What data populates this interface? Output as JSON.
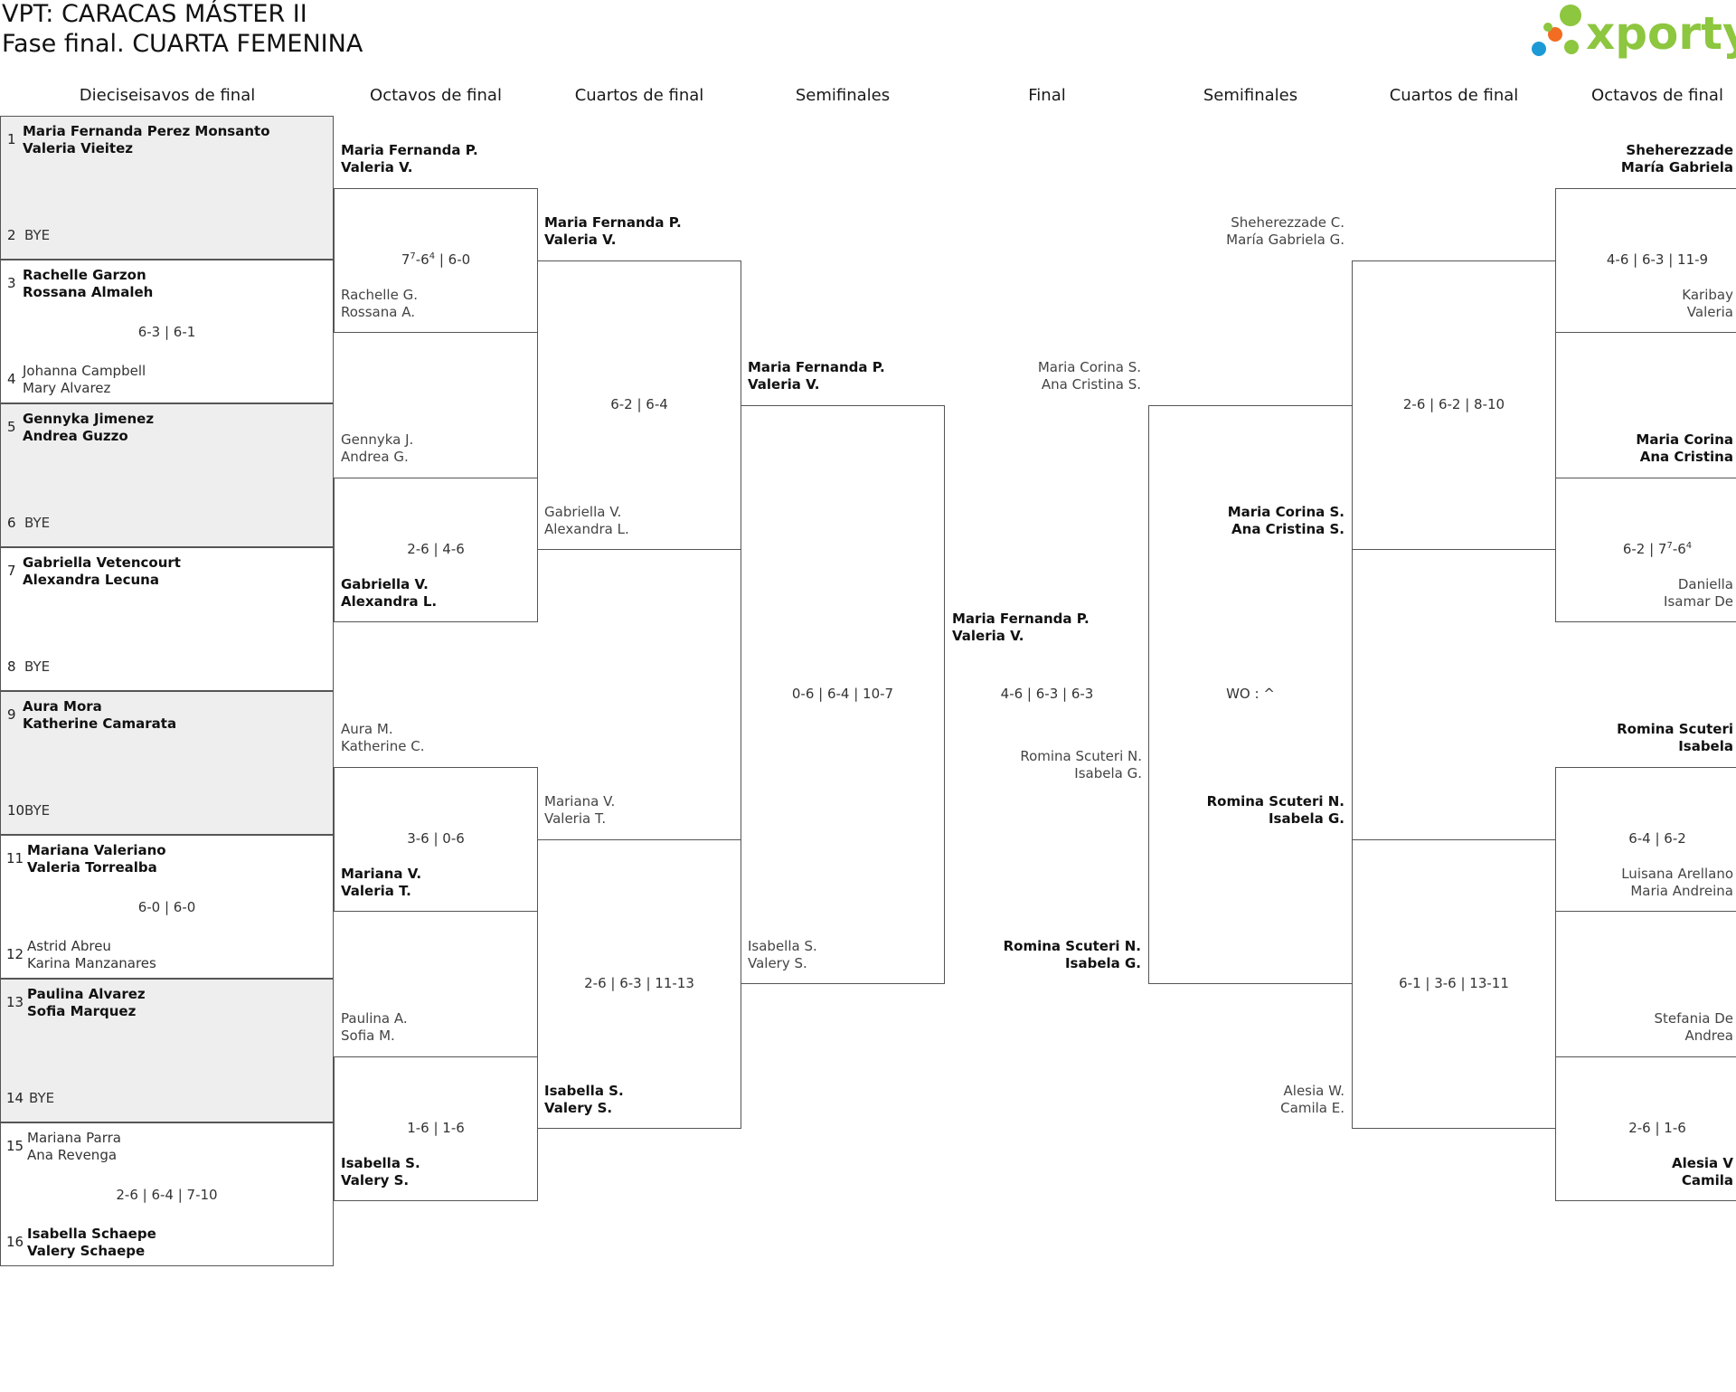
{
  "title_line1": "VPT: CARACAS MÁSTER II",
  "title_line2": "Fase final. CUARTA FEMENINA",
  "logo": {
    "text": "xporty",
    "brand_color": "#8dc63f",
    "dot_colors": [
      "#8dc63f",
      "#f26c21",
      "#1c9ad6"
    ]
  },
  "headers": {
    "left": [
      "Dieciseisavos de final",
      "Octavos de final",
      "Cuartos de final",
      "Semifinales"
    ],
    "final": "Final",
    "right": [
      "Semifinales",
      "Cuartos de final",
      "Octavos de final"
    ]
  },
  "round1_left": [
    {
      "seeds": [
        "1",
        "2"
      ],
      "shade": true,
      "top": {
        "p1": "Maria Fernanda Perez Monsanto",
        "p2": "Valeria Vieitez",
        "win": true
      },
      "bottom": {
        "p1": "BYE",
        "p2": ""
      },
      "score": ""
    },
    {
      "seeds": [
        "3",
        "4"
      ],
      "shade": false,
      "top": {
        "p1": "Rachelle Garzon",
        "p2": "Rossana Almaleh",
        "win": true
      },
      "bottom": {
        "p1": "Johanna Campbell",
        "p2": "Mary Alvarez"
      },
      "score": "6-3 | 6-1"
    },
    {
      "seeds": [
        "5",
        "6"
      ],
      "shade": true,
      "top": {
        "p1": "Gennyka Jimenez",
        "p2": "Andrea Guzzo",
        "win": true
      },
      "bottom": {
        "p1": "BYE",
        "p2": ""
      },
      "score": ""
    },
    {
      "seeds": [
        "7",
        "8"
      ],
      "shade": false,
      "top": {
        "p1": "Gabriella Vetencourt",
        "p2": "Alexandra Lecuna",
        "win": true
      },
      "bottom": {
        "p1": "BYE",
        "p2": ""
      },
      "score": ""
    },
    {
      "seeds": [
        "9",
        "10"
      ],
      "shade": true,
      "top": {
        "p1": "Aura Mora",
        "p2": "Katherine Camarata",
        "win": true
      },
      "bottom": {
        "p1": "BYE",
        "p2": ""
      },
      "score": ""
    },
    {
      "seeds": [
        "11",
        "12"
      ],
      "shade": false,
      "top": {
        "p1": "Mariana Valeriano",
        "p2": "Valeria Torrealba",
        "win": true
      },
      "bottom": {
        "p1": "Astrid Abreu",
        "p2": "Karina Manzanares"
      },
      "score": "6-0 | 6-0"
    },
    {
      "seeds": [
        "13",
        "14"
      ],
      "shade": true,
      "top": {
        "p1": "Paulina Alvarez",
        "p2": "Sofia Marquez",
        "win": true
      },
      "bottom": {
        "p1": "BYE",
        "p2": ""
      },
      "score": ""
    },
    {
      "seeds": [
        "15",
        "16"
      ],
      "shade": false,
      "top": {
        "p1": "Mariana Parra",
        "p2": "Ana Revenga",
        "win": false
      },
      "bottom": {
        "p1": "Isabella Schaepe",
        "p2": "Valery Schaepe",
        "win": true
      },
      "score": "2-6 | 6-4 | 7-10"
    }
  ],
  "octavos_left": [
    {
      "top": [
        "Maria Fernanda P.",
        "Valeria V."
      ],
      "top_win": true,
      "bottom": [
        "Rachelle G.",
        "Rossana A."
      ],
      "bottom_win": false,
      "score": "7<sup>7</sup>-6<sup>4</sup> | 6-0"
    },
    {
      "top": [
        "Gennyka J.",
        "Andrea G."
      ],
      "top_win": false,
      "bottom": [
        "Gabriella V.",
        "Alexandra L."
      ],
      "bottom_win": true,
      "score": "2-6 | 4-6"
    },
    {
      "top": [
        "Aura M.",
        "Katherine C."
      ],
      "top_win": false,
      "bottom": [
        "Mariana V.",
        "Valeria T."
      ],
      "bottom_win": true,
      "score": "3-6 | 0-6"
    },
    {
      "top": [
        "Paulina A.",
        "Sofia M."
      ],
      "top_win": false,
      "bottom": [
        "Isabella S.",
        "Valery S."
      ],
      "bottom_win": true,
      "score": "1-6 | 1-6"
    }
  ],
  "cuartos_left": [
    {
      "top": [
        "Maria Fernanda P.",
        "Valeria V."
      ],
      "top_win": true,
      "bottom": [
        "Gabriella V.",
        "Alexandra L."
      ],
      "bottom_win": false,
      "score": "6-2 | 6-4"
    },
    {
      "top": [
        "Mariana V.",
        "Valeria T."
      ],
      "top_win": false,
      "bottom": [
        "Isabella S.",
        "Valery S."
      ],
      "bottom_win": true,
      "score": "2-6 | 6-3 | 11-13"
    }
  ],
  "semis_left": {
    "top": [
      "Maria Fernanda P.",
      "Valeria V."
    ],
    "top_win": true,
    "bottom": [
      "Isabella S.",
      "Valery S."
    ],
    "bottom_win": false,
    "score": "0-6 | 6-4 | 10-7"
  },
  "final": {
    "top": [
      "Maria Fernanda P.",
      "Valeria V."
    ],
    "top_win": true,
    "bottom": [
      "Romina Scuteri N.",
      "Isabela G."
    ],
    "bottom_win": false,
    "score": "4-6 | 6-3 | 6-3"
  },
  "semis_right": {
    "top": [
      "Maria Corina S.",
      "Ana Cristina S."
    ],
    "top_win": false,
    "bottom": [
      "Romina Scuteri N.",
      "Isabela G."
    ],
    "bottom_win": true,
    "score": "WO : ^"
  },
  "cuartos_right": [
    {
      "top": [
        "Sheherezzade C.",
        "María Gabriela G."
      ],
      "top_win": false,
      "bottom": [
        "Maria Corina S.",
        "Ana Cristina S."
      ],
      "bottom_win": true,
      "score": "2-6 | 6-2 | 8-10"
    },
    {
      "top": [
        "Romina Scuteri N.",
        "Isabela G."
      ],
      "top_win": true,
      "bottom": [
        "Alesia W.",
        "Camila E."
      ],
      "bottom_win": false,
      "score": "6-1 | 3-6 | 13-11"
    }
  ],
  "octavos_right": [
    {
      "top": [
        "Sheherezzade",
        "María Gabriela"
      ],
      "top_win": true,
      "bottom": [
        "Karibay",
        "Valeria"
      ],
      "bottom_win": false,
      "score": "4-6 | 6-3 | 11-9"
    },
    {
      "top": [
        "Maria Corina",
        "Ana Cristina"
      ],
      "top_win": true,
      "bottom": [
        "Daniella",
        "Isamar De"
      ],
      "bottom_win": false,
      "score": "6-2 | 7<sup>7</sup>-6<sup>4</sup>"
    },
    {
      "top": [
        "Romina Scuteri",
        "Isabela"
      ],
      "top_win": true,
      "bottom": [
        "Luisana Arellano",
        "Maria Andreina"
      ],
      "bottom_win": false,
      "score": "6-4 | 6-2"
    },
    {
      "top": [
        "Stefania De",
        "Andrea"
      ],
      "top_win": false,
      "bottom": [
        "Alesia V",
        "Camila"
      ],
      "bottom_win": true,
      "score": "2-6 | 1-6"
    }
  ]
}
